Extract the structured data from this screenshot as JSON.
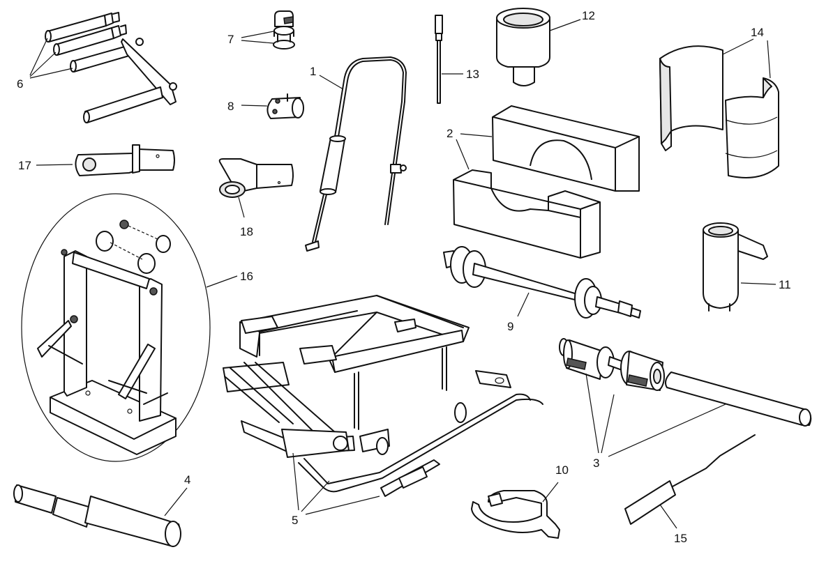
{
  "diagram": {
    "callouts": [
      {
        "id": "1",
        "text": "1"
      },
      {
        "id": "2",
        "text": "2"
      },
      {
        "id": "3",
        "text": "3"
      },
      {
        "id": "4",
        "text": "4"
      },
      {
        "id": "5",
        "text": "5"
      },
      {
        "id": "6",
        "text": "6"
      },
      {
        "id": "7",
        "text": "7"
      },
      {
        "id": "8",
        "text": "8"
      },
      {
        "id": "9",
        "text": "9"
      },
      {
        "id": "10",
        "text": "10"
      },
      {
        "id": "11",
        "text": "11"
      },
      {
        "id": "12",
        "text": "12"
      },
      {
        "id": "13",
        "text": "13"
      },
      {
        "id": "14",
        "text": "14"
      },
      {
        "id": "15",
        "text": "15"
      },
      {
        "id": "16",
        "text": "16"
      },
      {
        "id": "17",
        "text": "17"
      },
      {
        "id": "18",
        "text": "18"
      }
    ],
    "line_color": "#111111",
    "background": "#ffffff"
  }
}
